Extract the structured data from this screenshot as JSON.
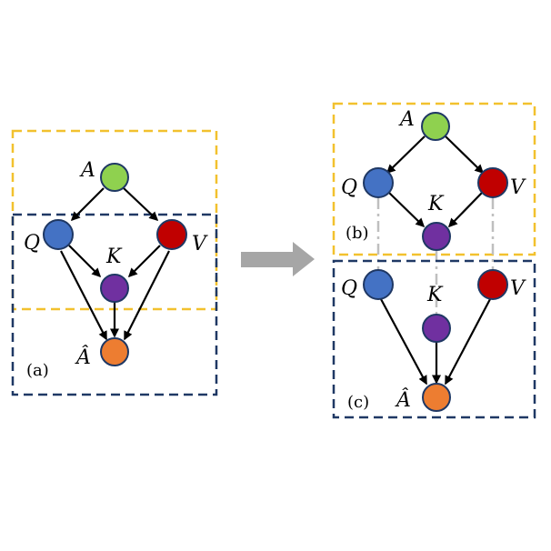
{
  "colors": {
    "A": "#8fd14f",
    "Q": "#4472c4",
    "V": "#c00000",
    "K": "#7030a0",
    "Ahat": "#ed7d31",
    "node_stroke": "#1f3864",
    "yellow_box": "#f2c12e",
    "blue_box": "#1f3864",
    "arrow_big": "#a6a6a6",
    "dashed_link": "#bfbfbf"
  },
  "labels": {
    "A": "A",
    "Q": "Q",
    "K": "K",
    "V": "V",
    "Ahat": "Â"
  },
  "panels": {
    "a": "(a)",
    "b": "(b)",
    "c": "(c)"
  }
}
